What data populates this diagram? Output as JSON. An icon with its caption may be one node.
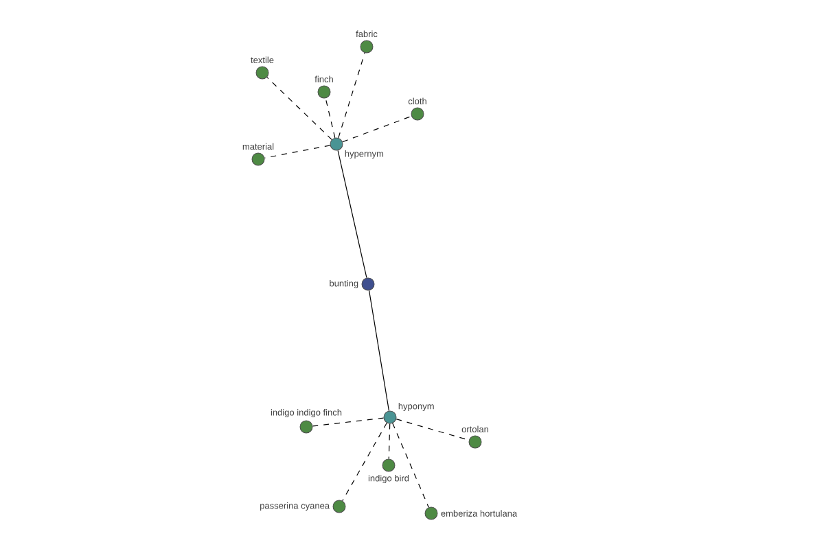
{
  "diagram": {
    "nodes": [
      {
        "text": [
          "bunting"
        ]
      },
      {
        "text": [
          "hypernym"
        ]
      },
      {
        "text": [
          "textile"
        ]
      },
      {
        "text": [
          "finch"
        ]
      },
      {
        "text": [
          "fabric"
        ]
      },
      {
        "text": [
          "cloth"
        ]
      },
      {
        "text": [
          "material"
        ]
      },
      {
        "text": [
          "hyponym"
        ]
      },
      {
        "text": [
          "indigo indigo finch"
        ]
      },
      {
        "text": [
          "indigo bird"
        ]
      },
      {
        "text": [
          "passerina cyanea"
        ]
      },
      {
        "text": [
          "emberiza hortulana"
        ]
      },
      {
        "text": [
          "ortolan"
        ]
      }
    ],
    "edges": [
      {
        "from": 0,
        "to": 1,
        "arrow": "none"
      },
      {
        "from": 0,
        "to": 7,
        "arrow": "none"
      },
      {
        "from": 1,
        "to": 2,
        "arrow": "none",
        "style": "dashed"
      },
      {
        "from": 1,
        "to": 3,
        "arrow": "none",
        "style": "dashed"
      },
      {
        "from": 1,
        "to": 4,
        "arrow": "none",
        "style": "dashed"
      },
      {
        "from": 1,
        "to": 5,
        "arrow": "none",
        "style": "dashed"
      },
      {
        "from": 1,
        "to": 6,
        "arrow": "none",
        "style": "dashed"
      },
      {
        "from": 7,
        "to": 8,
        "arrow": "none",
        "style": "dashed"
      },
      {
        "from": 7,
        "to": 9,
        "arrow": "none",
        "style": "dashed"
      },
      {
        "from": 7,
        "to": 10,
        "arrow": "none",
        "style": "dashed"
      },
      {
        "from": 7,
        "to": 11,
        "arrow": "none",
        "style": "dashed"
      },
      {
        "from": 7,
        "to": 12,
        "arrow": "none",
        "style": "dashed"
      }
    ]
  }
}
